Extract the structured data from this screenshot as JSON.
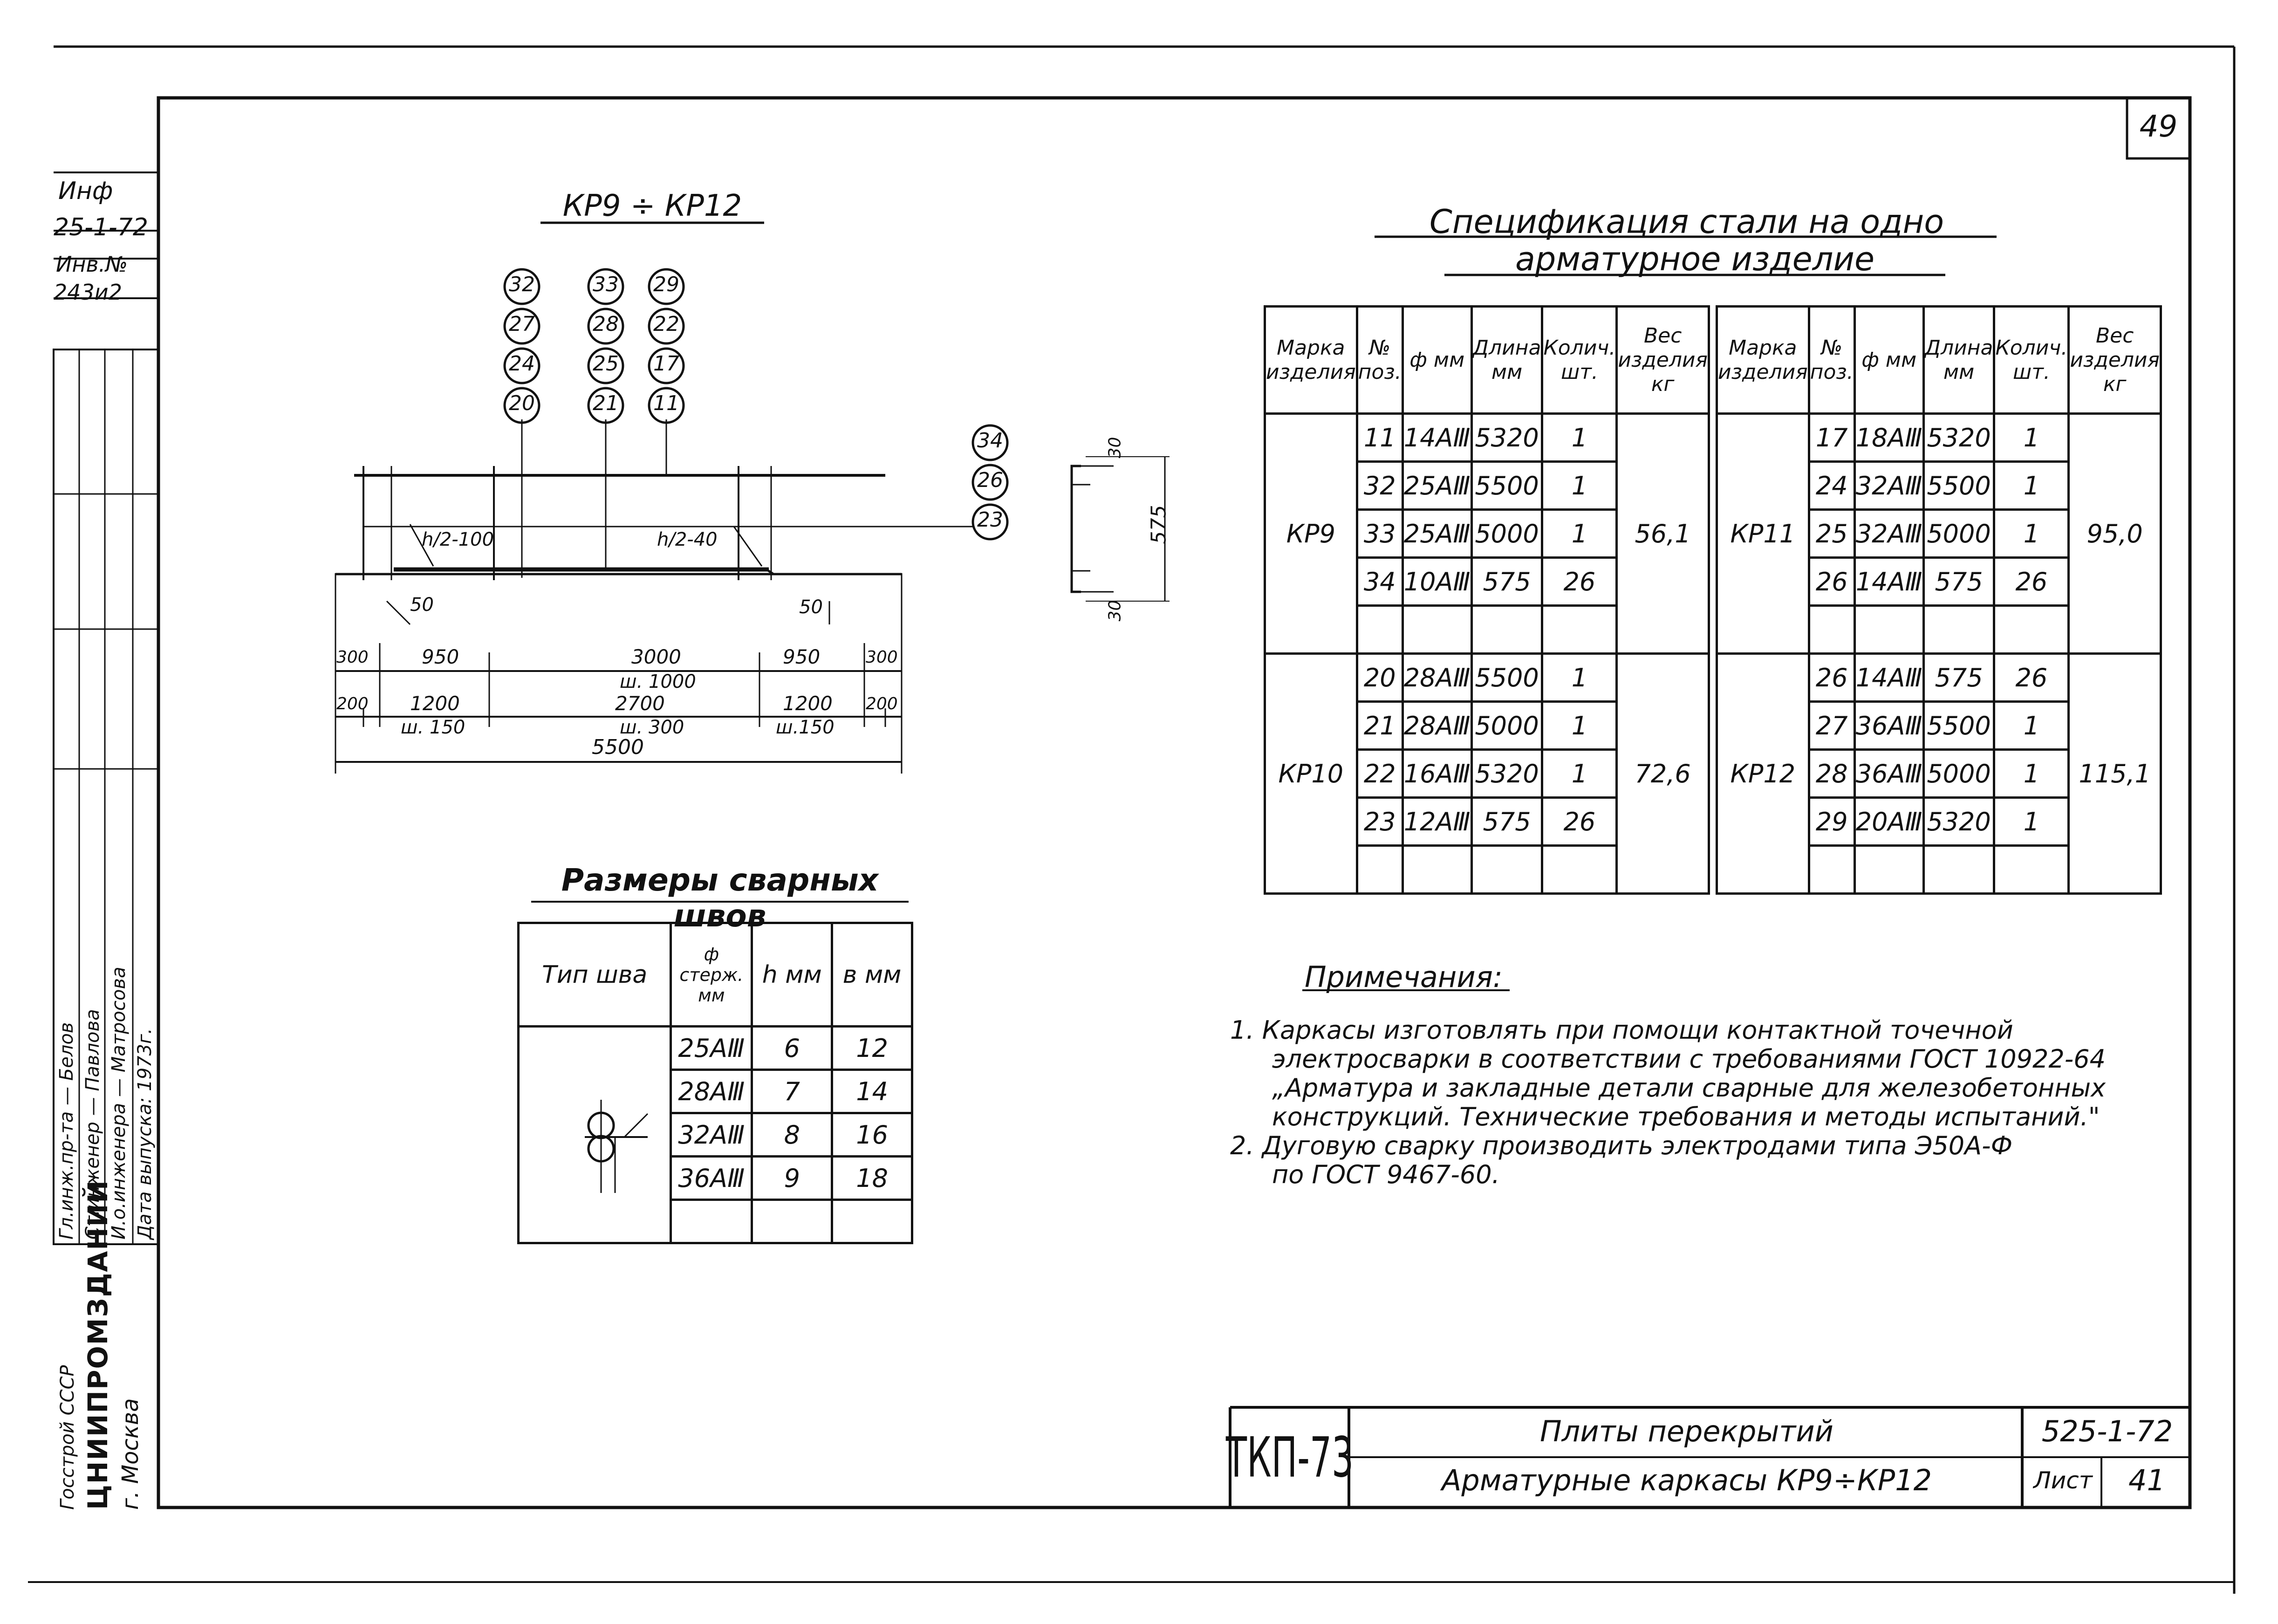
{
  "sheet": {
    "page_number": "49",
    "page_number_bottom": "41"
  },
  "left_margin": {
    "stamp_top": [
      "Инф",
      "25-1-72",
      "Инв.№",
      "243и2"
    ],
    "signatures": [
      {
        "role": "Гл.инж.пр-та",
        "name": "Белов"
      },
      {
        "role": "Ст.инженер",
        "name": "Павлова"
      },
      {
        "role": "И.о.инженера",
        "name": "Матросова"
      },
      {
        "role": "Дата выпуска:",
        "name": "1973г."
      }
    ],
    "org_lines": [
      "Госстрой СССР",
      "ЦНИИПРОМЗДАНИЙ",
      "г. Москва"
    ]
  },
  "drawing": {
    "title": "КР9 ÷ КР12",
    "bubbles_col1": [
      "32",
      "27",
      "24",
      "20"
    ],
    "bubbles_col2": [
      "33",
      "28",
      "25",
      "21"
    ],
    "bubbles_col3": [
      "29",
      "22",
      "17",
      "11"
    ],
    "bubbles_right": [
      "34",
      "26",
      "23"
    ],
    "dims_upper": {
      "left": "h/2-100",
      "right": "h/2-40"
    },
    "dims_50": [
      "50",
      "50"
    ],
    "dims_row1": [
      "300",
      "950",
      "3000",
      "950",
      "300"
    ],
    "dims_row1_sub": "ш. 1000",
    "dims_row2": [
      "200",
      "1200",
      "2700",
      "1200",
      "200"
    ],
    "dims_row2_sub": [
      "ш. 150",
      "ш. 300",
      "ш.150"
    ],
    "total": "5500",
    "section": {
      "top": "30",
      "height": "575",
      "bottom": "30"
    }
  },
  "weld": {
    "title": "Размеры сварных швов",
    "headers": [
      "Тип шва",
      "ф стерж. мм",
      "h мм",
      "в мм"
    ],
    "rows": [
      [
        "25АⅢ",
        "6",
        "12"
      ],
      [
        "28АⅢ",
        "7",
        "14"
      ],
      [
        "32АⅢ",
        "8",
        "16"
      ],
      [
        "36АⅢ",
        "9",
        "18"
      ]
    ]
  },
  "spec": {
    "title1": "Спецификация стали на одно",
    "title2": "арматурное изделие",
    "headers": [
      "Марка изделия",
      "№ поз.",
      "ф мм",
      "Длина мм",
      "Колич. шт.",
      "Вес изделия кг"
    ],
    "left": [
      {
        "mark": "КР9",
        "weight": "56,1",
        "rows": [
          [
            "11",
            "14АⅢ",
            "5320",
            "1"
          ],
          [
            "32",
            "25АⅢ",
            "5500",
            "1"
          ],
          [
            "33",
            "25АⅢ",
            "5000",
            "1"
          ],
          [
            "34",
            "10АⅢ",
            "575",
            "26"
          ]
        ]
      },
      {
        "mark": "КР10",
        "weight": "72,6",
        "rows": [
          [
            "20",
            "28АⅢ",
            "5500",
            "1"
          ],
          [
            "21",
            "28АⅢ",
            "5000",
            "1"
          ],
          [
            "22",
            "16АⅢ",
            "5320",
            "1"
          ],
          [
            "23",
            "12АⅢ",
            "575",
            "26"
          ]
        ]
      }
    ],
    "right": [
      {
        "mark": "КР11",
        "weight": "95,0",
        "rows": [
          [
            "17",
            "18АⅢ",
            "5320",
            "1"
          ],
          [
            "24",
            "32АⅢ",
            "5500",
            "1"
          ],
          [
            "25",
            "32АⅢ",
            "5000",
            "1"
          ],
          [
            "26",
            "14АⅢ",
            "575",
            "26"
          ]
        ]
      },
      {
        "mark": "КР12",
        "weight": "115,1",
        "rows": [
          [
            "26",
            "14АⅢ",
            "575",
            "26"
          ],
          [
            "27",
            "36АⅢ",
            "5500",
            "1"
          ],
          [
            "28",
            "36АⅢ",
            "5000",
            "1"
          ],
          [
            "29",
            "20АⅢ",
            "5320",
            "1"
          ]
        ]
      }
    ]
  },
  "notes": {
    "title": "Примечания:",
    "items": [
      "1. Каркасы изготовлять при помощи контактной точечной",
      "электросварки в соответствии с требованиями ГОСТ 10922-64",
      "„Арматура и закладные детали сварные для железобетонных",
      "конструкций. Технические требования и методы испытаний.\"",
      "2. Дуговую сварку производить электродами типа Э50А-Ф",
      "по ГОСТ 9467-60."
    ]
  },
  "title_block": {
    "series": "ТКП-73",
    "line1": "Плиты перекрытий",
    "line2": "Арматурные каркасы КР9÷КР12",
    "code": "525-1-72",
    "sheet_label": "Лист",
    "sheet_value": "41"
  }
}
